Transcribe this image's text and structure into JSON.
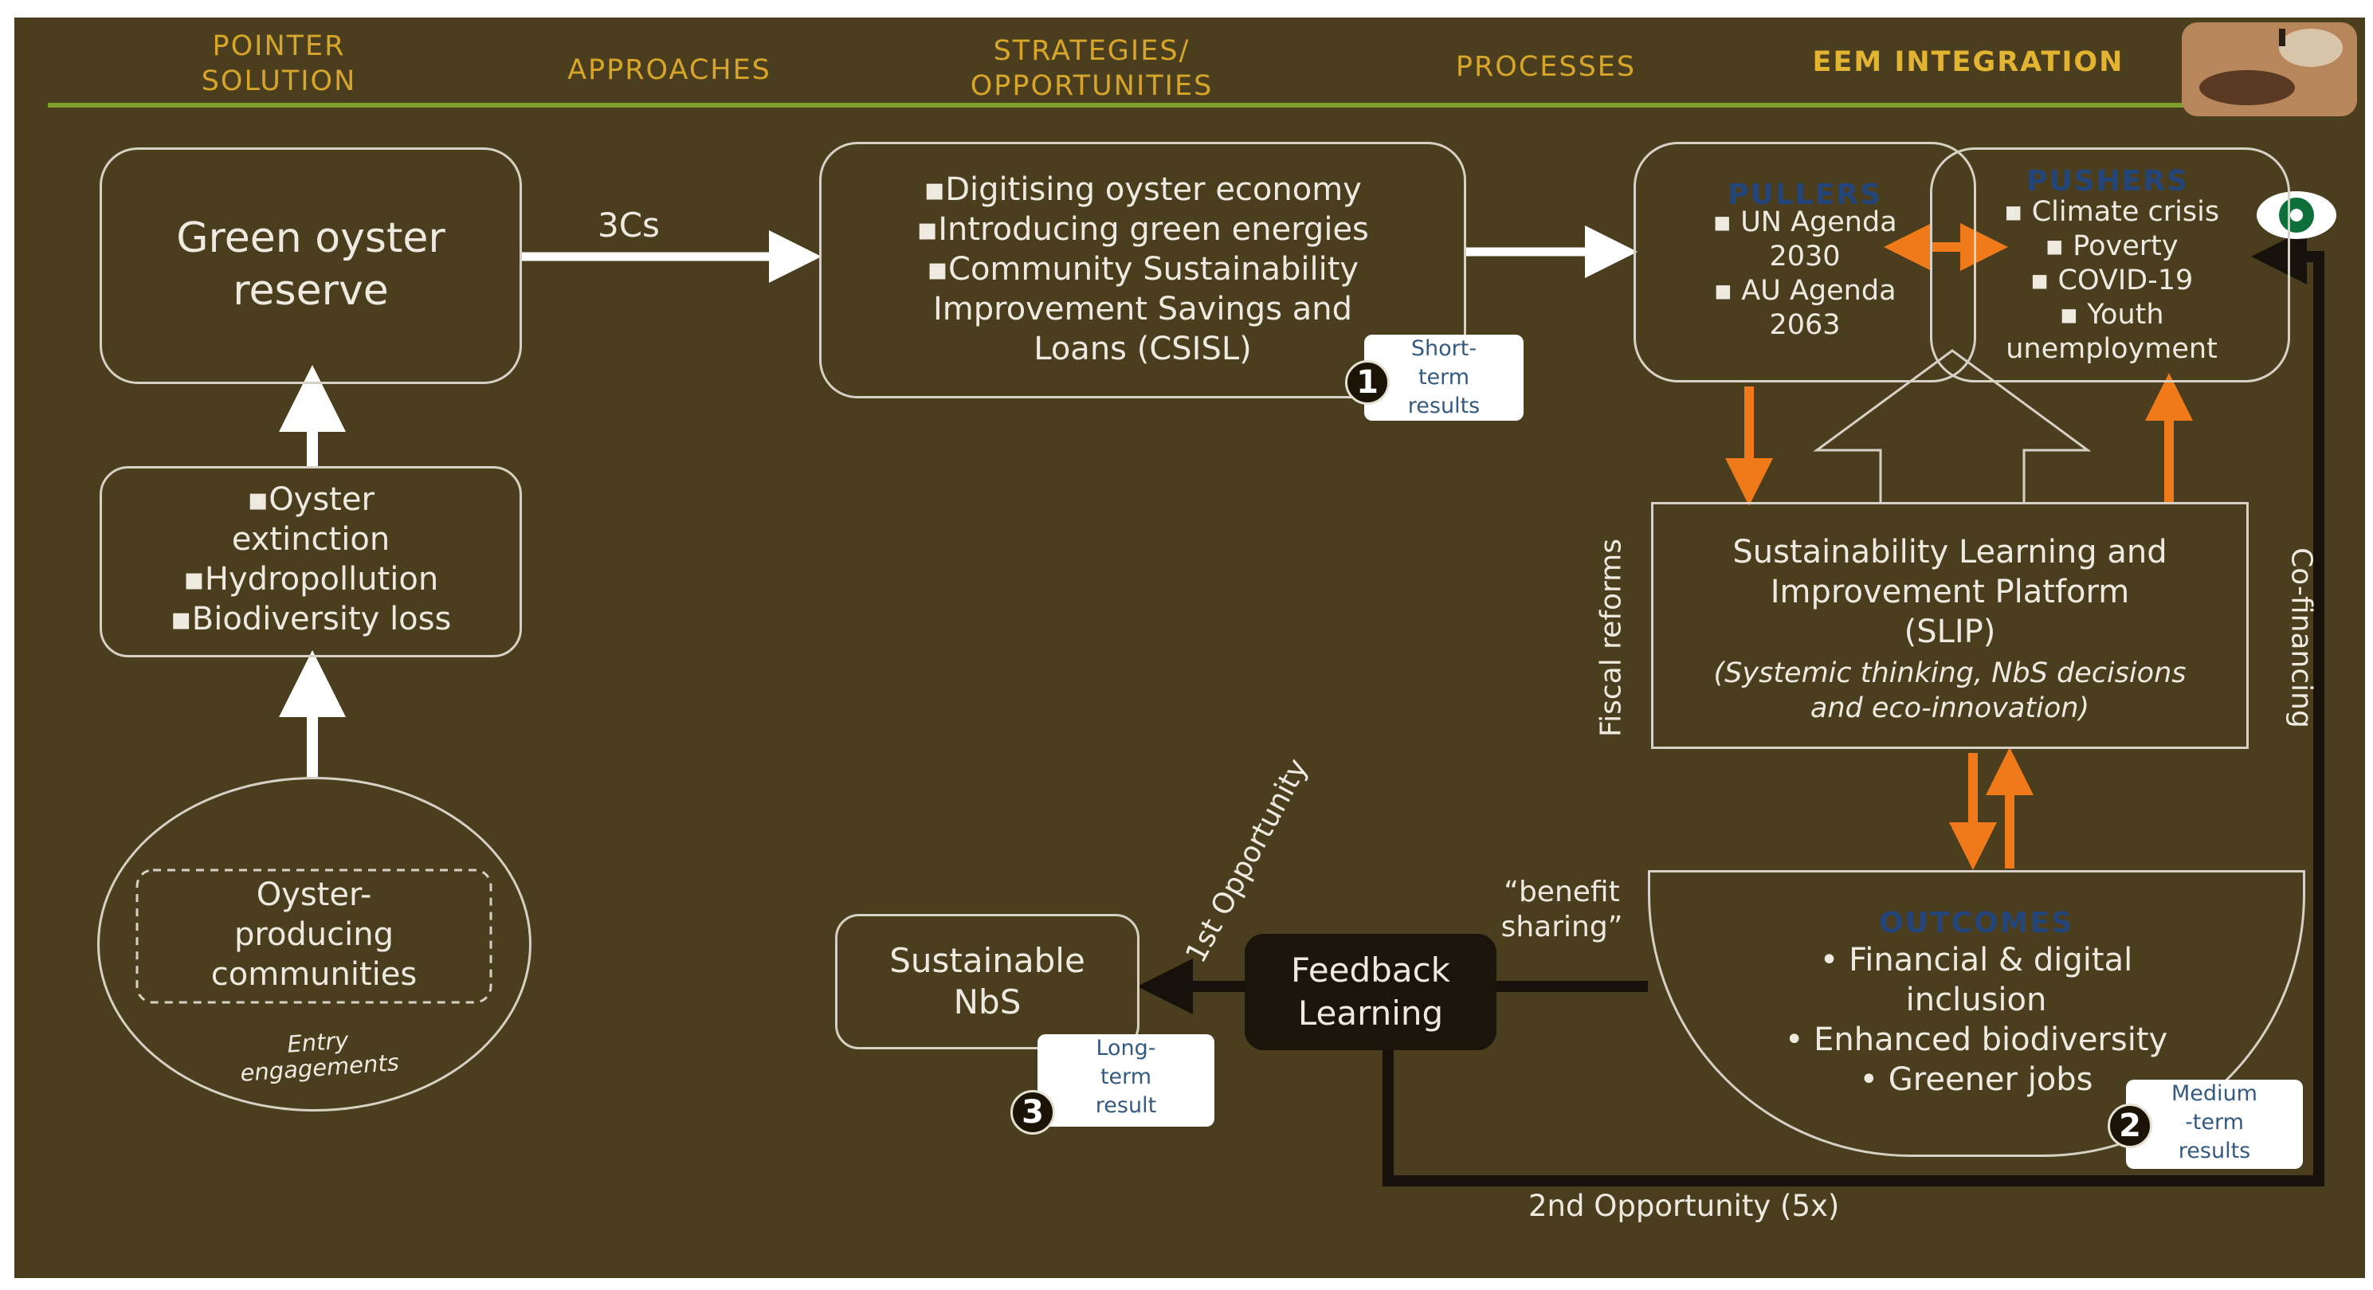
{
  "header": {
    "col1": "POINTER\nSOLUTION",
    "col2": "APPROACHES",
    "col3": "STRATEGIES/\nOPPORTUNITIES",
    "col4": "PROCESSES",
    "col5": "EEM INTEGRATION"
  },
  "reserve": {
    "text": "Green oyster\nreserve"
  },
  "threats": {
    "text": "▪Oyster\nextinction\n▪Hydropollution\n▪Biodiversity loss"
  },
  "communities": {
    "text": "Oyster-\nproducing\ncommunities",
    "caption": "Entry\nengagements"
  },
  "edge_3cs": "3Cs",
  "strategies": {
    "text": "▪Digitising oyster economy\n▪Introducing green energies\n▪Community Sustainability\nImprovement Savings and\nLoans (CSISL)"
  },
  "badge1": {
    "num": "1",
    "text": "Short-\nterm\nresults"
  },
  "pullers": {
    "title": "PULLERS",
    "items": "▪ UN Agenda\n2030\n▪ AU Agenda\n2063"
  },
  "pushers": {
    "title": "PUSHERS",
    "items": "▪ Climate crisis\n▪ Poverty\n▪ COVID-19\n▪ Youth\nunemployment"
  },
  "slip": {
    "title": "Sustainability Learning and\nImprovement Platform\n(SLIP)",
    "subtitle": "(Systemic thinking, NbS decisions\nand eco-innovation)"
  },
  "side_left": "Fiscal reforms",
  "side_right": "Co-financing",
  "outcomes": {
    "title": "OUTCOMES",
    "items": "• Financial & digital\ninclusion\n• Enhanced biodiversity\n• Greener jobs"
  },
  "badge2": {
    "num": "2",
    "text": "Medium\n-term\nresults"
  },
  "benefit": "“benefit\nsharing”",
  "feedback": {
    "text": "Feedback\nLearning"
  },
  "nbs": {
    "text": "Sustainable\nNbS"
  },
  "badge3": {
    "num": "3",
    "text": "Long-\nterm\nresult"
  },
  "opp1": "1st Opportunity",
  "opp2": "2nd Opportunity (5x)"
}
